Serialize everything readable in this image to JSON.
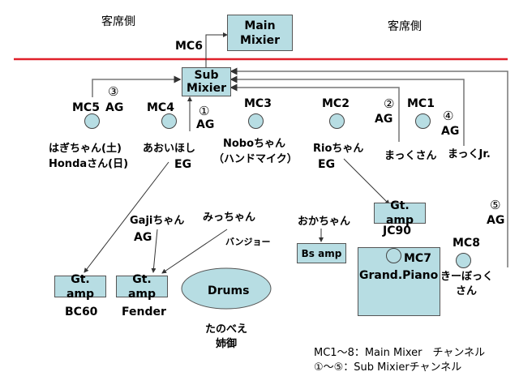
{
  "audience_side_left": "客席側",
  "audience_side_right": "客席側",
  "colors": {
    "stage_line": "#e0202a",
    "box_fill": "#b7dde3",
    "signal_line": "#888888"
  },
  "main_mixer": {
    "line1": "Main",
    "line2": "Mixier"
  },
  "sub_mixer": {
    "line1": "Sub",
    "line2": "Mixier"
  },
  "mc6_label": "MC6",
  "channels": {
    "mc5": {
      "label": "MC5",
      "sub_ch": "③",
      "type": "AG",
      "player_line1": "はぎちゃん(土)",
      "player_line2": "Hondaさん(日)"
    },
    "mc4": {
      "label": "MC4",
      "sub_ch": "①",
      "type": "AG",
      "player_line1": "あおいほし",
      "player_line2": "EG"
    },
    "mc3": {
      "label": "MC3",
      "player_line1": "Noboちゃん",
      "player_line2": "（ハンドマイク）"
    },
    "mc2": {
      "label": "MC2",
      "player_line1": "Rioちゃん",
      "player_line2": "EG"
    },
    "mc1": {
      "label": "MC1",
      "sub_ch_left": "②",
      "type_left": "AG",
      "player_left": "まっくさん",
      "sub_ch_right": "④",
      "type_right": "AG",
      "player_right": "まっくJr."
    },
    "mc7": {
      "label": "MC7",
      "instrument": "Grand.Piano"
    },
    "mc8": {
      "label": "MC8",
      "player_line1": "きーぼっく",
      "player_line2": "さん",
      "sub_ch": "⑤",
      "type": "AG"
    }
  },
  "amps": {
    "bc60": {
      "label": "Gt. amp",
      "model": "BC60"
    },
    "fender": {
      "label": "Gt. amp",
      "model": "Fender"
    },
    "jc90": {
      "label": "Gt. amp",
      "model": "JC90"
    },
    "bass": {
      "label": "Bs amp"
    }
  },
  "players": {
    "gaji": {
      "name": "Gajiちゃん",
      "type": "AG"
    },
    "mitchan": {
      "name": "みっちゃん",
      "type": "バンジョー"
    },
    "okachan": {
      "name": "おかちゃん"
    },
    "drummer": {
      "line1": "たのべえ",
      "line2": "姉御"
    }
  },
  "drums_label": "Drums",
  "legend": {
    "line1": "MC1～8：Main Mixer　チャンネル",
    "line2": "①～⑤：Sub Mixierチャンネル"
  }
}
